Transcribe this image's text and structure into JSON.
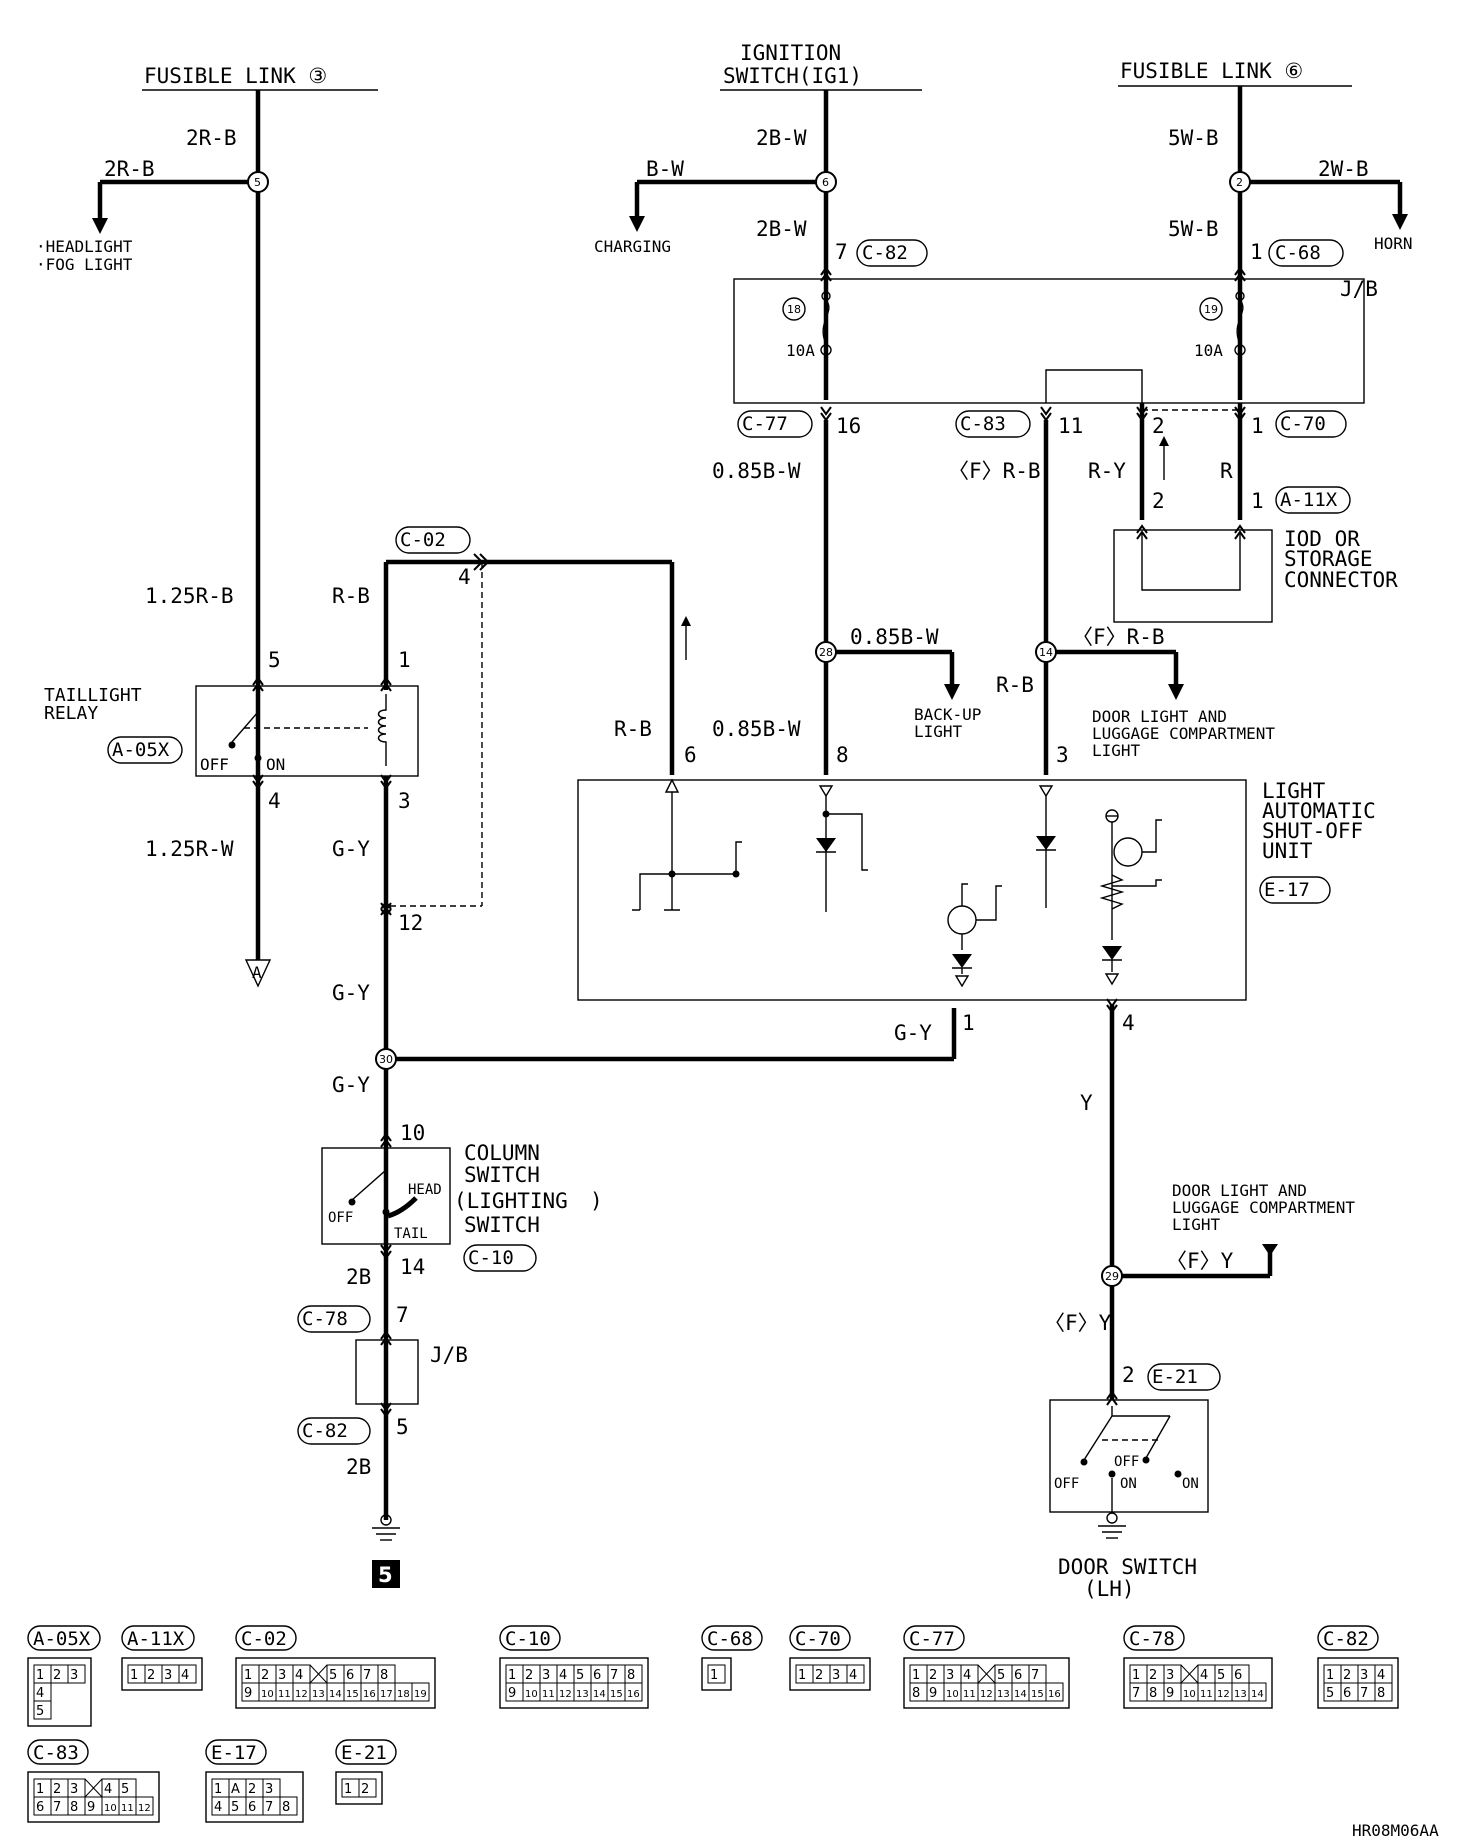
{
  "sources": {
    "fusible_link_3": "FUSIBLE LINK ③",
    "ignition_switch_line1": "IGNITION",
    "ignition_switch_line2": "SWITCH(IG1)",
    "fusible_link_6": "FUSIBLE LINK ⑥"
  },
  "wires": {
    "w_2R_B": "2R-B",
    "w_2R_B_branch": "2R-B",
    "w_2B_W": "2B-W",
    "w_B_W": "B-W",
    "w_2B_W_2": "2B-W",
    "w_5W_B": "5W-B",
    "w_2W_B": "2W-B",
    "w_5W_B_2": "5W-B",
    "w_085B_W": "0.85B-W",
    "w_FR_B": "〈F〉R-B",
    "w_R_Y": "R-Y",
    "w_R": "R",
    "w_125R_B": "1.25R-B",
    "w_R_B_relay": "R-B",
    "w_085B_W_branch": "0.85B-W",
    "w_FR_B_branch": "〈F〉R-B",
    "w_R_B_e17": "R-B",
    "w_R_B_c02": "R-B",
    "w_085B_W_e17": "0.85B-W",
    "w_125R_W": "1.25R-W",
    "w_G_Y_1": "G-Y",
    "w_G_Y_2": "G-Y",
    "w_G_Y_3": "G-Y",
    "w_G_Y_e17": "G-Y",
    "w_Y": "Y",
    "w_FY_branch": "〈F〉Y",
    "w_FY": "〈F〉Y",
    "w_2B_1": "2B",
    "w_2B_2": "2B"
  },
  "destinations": {
    "headlight": "·HEADLIGHT",
    "fog_light": "·FOG LIGHT",
    "charging": "CHARGING",
    "horn": "HORN",
    "backup_1": "BACK-UP",
    "backup_2": "LIGHT",
    "door_light_1_l1": "DOOR LIGHT AND",
    "door_light_1_l2": "LUGGAGE COMPARTMENT",
    "door_light_1_l3": "LIGHT",
    "door_light_2_l1": "DOOR LIGHT AND",
    "door_light_2_l2": "LUGGAGE COMPARTMENT",
    "door_light_2_l3": "LIGHT"
  },
  "splices": {
    "s5": "5",
    "s6": "6",
    "s2": "2",
    "s28": "28",
    "s14": "14",
    "s30": "30",
    "s29": "29"
  },
  "fuses": {
    "f18": "18",
    "f18_rating": "10A",
    "f19": "19",
    "f19_rating": "10A"
  },
  "connectors": {
    "c82_top": "C-82",
    "c68": "C-68",
    "c77": "C-77",
    "c83": "C-83",
    "c70": "C-70",
    "a11x": "A-11X",
    "c02": "C-02",
    "a05x": "A-05X",
    "e17": "E-17",
    "c10": "C-10",
    "c78": "C-78",
    "c82_bottom": "C-82",
    "e21": "E-21"
  },
  "pins": {
    "p7": "7",
    "p1_c68": "1",
    "p16": "16",
    "p11": "11",
    "p2_jb": "2",
    "p1_c70": "1",
    "p2_a11x": "2",
    "p1_a11x": "1",
    "p4_c02": "4",
    "p5_relay": "5",
    "p1_relay": "1",
    "p4_relay": "4",
    "p3_relay": "3",
    "p12": "12",
    "p6_e17": "6",
    "p8_e17": "8",
    "p3_e17": "3",
    "p1_e17": "1",
    "p4_e17": "4",
    "p10": "10",
    "p14": "14",
    "p7_c78": "7",
    "p5_c82": "5",
    "p2_e21": "2"
  },
  "components": {
    "jb_top": "J/B",
    "jb_bottom": "J/B",
    "iod_1": "IOD OR",
    "iod_2": "STORAGE",
    "iod_3": "CONNECTOR",
    "relay_1": "TAILLIGHT",
    "relay_2": "RELAY",
    "relay_off": "OFF",
    "relay_on": "ON",
    "unit_1": "LIGHT",
    "unit_2": "AUTOMATIC",
    "unit_3": "SHUT-OFF",
    "unit_4": "UNIT",
    "column_1": "COLUMN",
    "column_2": "SWITCH",
    "column_3": "(LIGHTING",
    "column_4": "SWITCH",
    "col_head": "HEAD",
    "col_off": "OFF",
    "col_tail": "TAIL",
    "door_1": "DOOR SWITCH",
    "door_2": "(LH)",
    "door_off1": "OFF",
    "door_off2": "OFF",
    "door_on1": "ON",
    "door_on2": "ON",
    "ground_ref": "5",
    "offpage_A": "A"
  },
  "connector_legend": {
    "a05x": {
      "label": "A-05X",
      "rows": [
        [
          "1",
          "2",
          "3"
        ],
        [
          "4"
        ],
        [
          "5"
        ]
      ]
    },
    "a11x": {
      "label": "A-11X",
      "rows": [
        [
          "1",
          "2",
          "3",
          "4"
        ]
      ]
    },
    "c02": {
      "label": "C-02",
      "rows": [
        [
          "1",
          "2",
          "3",
          "4",
          "",
          "5",
          "6",
          "7",
          "8"
        ],
        [
          "9",
          "10",
          "11",
          "12",
          "13",
          "14",
          "15",
          "16",
          "17",
          "18",
          "19"
        ]
      ]
    },
    "c10": {
      "label": "C-10",
      "rows": [
        [
          "1",
          "2",
          "3",
          "4",
          "5",
          "6",
          "7",
          "8"
        ],
        [
          "9",
          "10",
          "11",
          "12",
          "13",
          "14",
          "15",
          "16"
        ]
      ]
    },
    "c68": {
      "label": "C-68",
      "rows": [
        [
          "1"
        ]
      ]
    },
    "c70": {
      "label": "C-70",
      "rows": [
        [
          "1",
          "2",
          "3",
          "4"
        ]
      ]
    },
    "c77": {
      "label": "C-77",
      "rows": [
        [
          "1",
          "2",
          "3",
          "4",
          "",
          "5",
          "6",
          "7"
        ],
        [
          "8",
          "9",
          "10",
          "11",
          "12",
          "13",
          "14",
          "15",
          "16"
        ]
      ]
    },
    "c78": {
      "label": "C-78",
      "rows": [
        [
          "1",
          "2",
          "3",
          "",
          "4",
          "5",
          "6"
        ],
        [
          "7",
          "8",
          "9",
          "10",
          "11",
          "12",
          "13",
          "14"
        ]
      ]
    },
    "c82": {
      "label": "C-82",
      "rows": [
        [
          "1",
          "2",
          "3",
          "4"
        ],
        [
          "5",
          "6",
          "7",
          "8"
        ]
      ]
    },
    "c83": {
      "label": "C-83",
      "rows": [
        [
          "1",
          "2",
          "3",
          "",
          "4",
          "5"
        ],
        [
          "6",
          "7",
          "8",
          "9",
          "10",
          "11",
          "12"
        ]
      ]
    },
    "e17": {
      "label": "E-17",
      "rows": [
        [
          "1",
          "A",
          "2",
          "3"
        ],
        [
          "4",
          "5",
          "6",
          "7",
          "8"
        ]
      ]
    },
    "e21": {
      "label": "E-21",
      "rows": [
        [
          "1",
          "2"
        ]
      ]
    }
  },
  "footer_code": "HR08M06AA"
}
